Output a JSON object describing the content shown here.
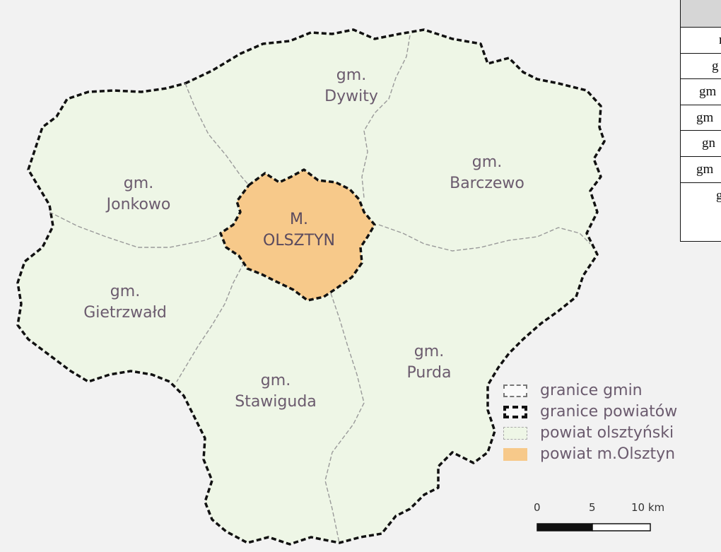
{
  "map": {
    "regions": [
      {
        "id": "dywity",
        "line1": "gm.",
        "line2": "Dywity"
      },
      {
        "id": "barczewo",
        "line1": "gm.",
        "line2": "Barczewo"
      },
      {
        "id": "jonkowo",
        "line1": "gm.",
        "line2": "Jonkowo"
      },
      {
        "id": "olsztyn",
        "line1": "M.",
        "line2": "OLSZTYN"
      },
      {
        "id": "gietrzwald",
        "line1": "gm.",
        "line2": "Gietrzwałd"
      },
      {
        "id": "purda",
        "line1": "gm.",
        "line2": "Purda"
      },
      {
        "id": "stawiguda",
        "line1": "gm.",
        "line2": "Stawiguda"
      }
    ],
    "colors": {
      "district_fill": "#eef6e6",
      "city_fill": "#f7c98a",
      "background": "#f2f2f2",
      "county_border": "#111111",
      "municipal_border": "#9a9a9a"
    }
  },
  "legend": {
    "items": [
      {
        "id": "granice-gmin",
        "label": "granice gmin"
      },
      {
        "id": "granice-powiatow",
        "label": "granice powiatów"
      },
      {
        "id": "powiat-olsztynski",
        "label": "powiat olsztyński"
      },
      {
        "id": "powiat-m-olsztyn",
        "label": "powiat m.Olsztyn"
      }
    ]
  },
  "scale_bar": {
    "tick_0": "0",
    "tick_5": "5",
    "tick_10": "10 km"
  },
  "table": {
    "rows": [
      "m",
      "g",
      "gm",
      "gm",
      "gn",
      "gm",
      "g"
    ]
  }
}
